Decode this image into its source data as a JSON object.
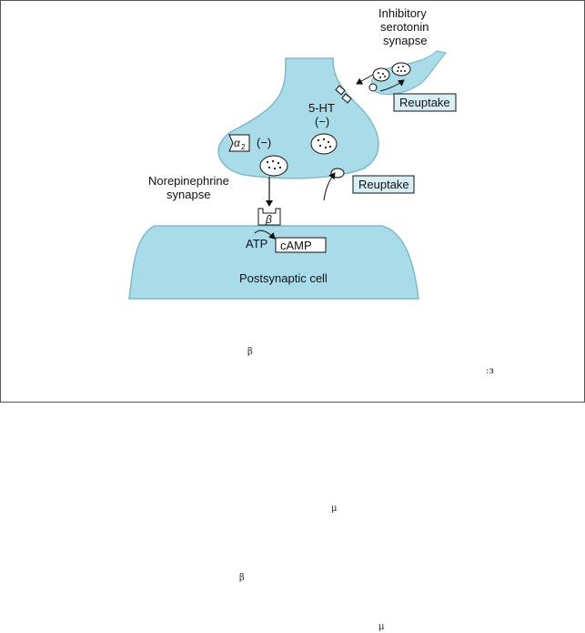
{
  "diagram": {
    "colors": {
      "cell_fill": "#a9dbe8",
      "cell_stroke": "#7fb9ca",
      "box_fill": "#d7eef5",
      "line": "#111111"
    },
    "labels": {
      "inhibitory_line1": "Inhibitory",
      "inhibitory_line2": "serotonin",
      "inhibitory_line3": "synapse",
      "reuptake_top": "Reuptake",
      "reuptake_bottom": "Reuptake",
      "receptor_5ht": "5-HT",
      "minus_5ht": "(−)",
      "alpha2_symbol": "α",
      "alpha2_sub": "2",
      "minus_alpha2": "(−)",
      "norepinephrine_line1": "Norepinephrine",
      "norepinephrine_line2": "synapse",
      "beta_symbol": "β",
      "atp": "ATP",
      "camp": "cAMP",
      "postsynaptic": "Postsynaptic cell"
    }
  },
  "page_marks": {
    "mark1": "β",
    "mark2": ":з",
    "mark3": "μ",
    "mark4": "β",
    "mark5": "μ"
  }
}
